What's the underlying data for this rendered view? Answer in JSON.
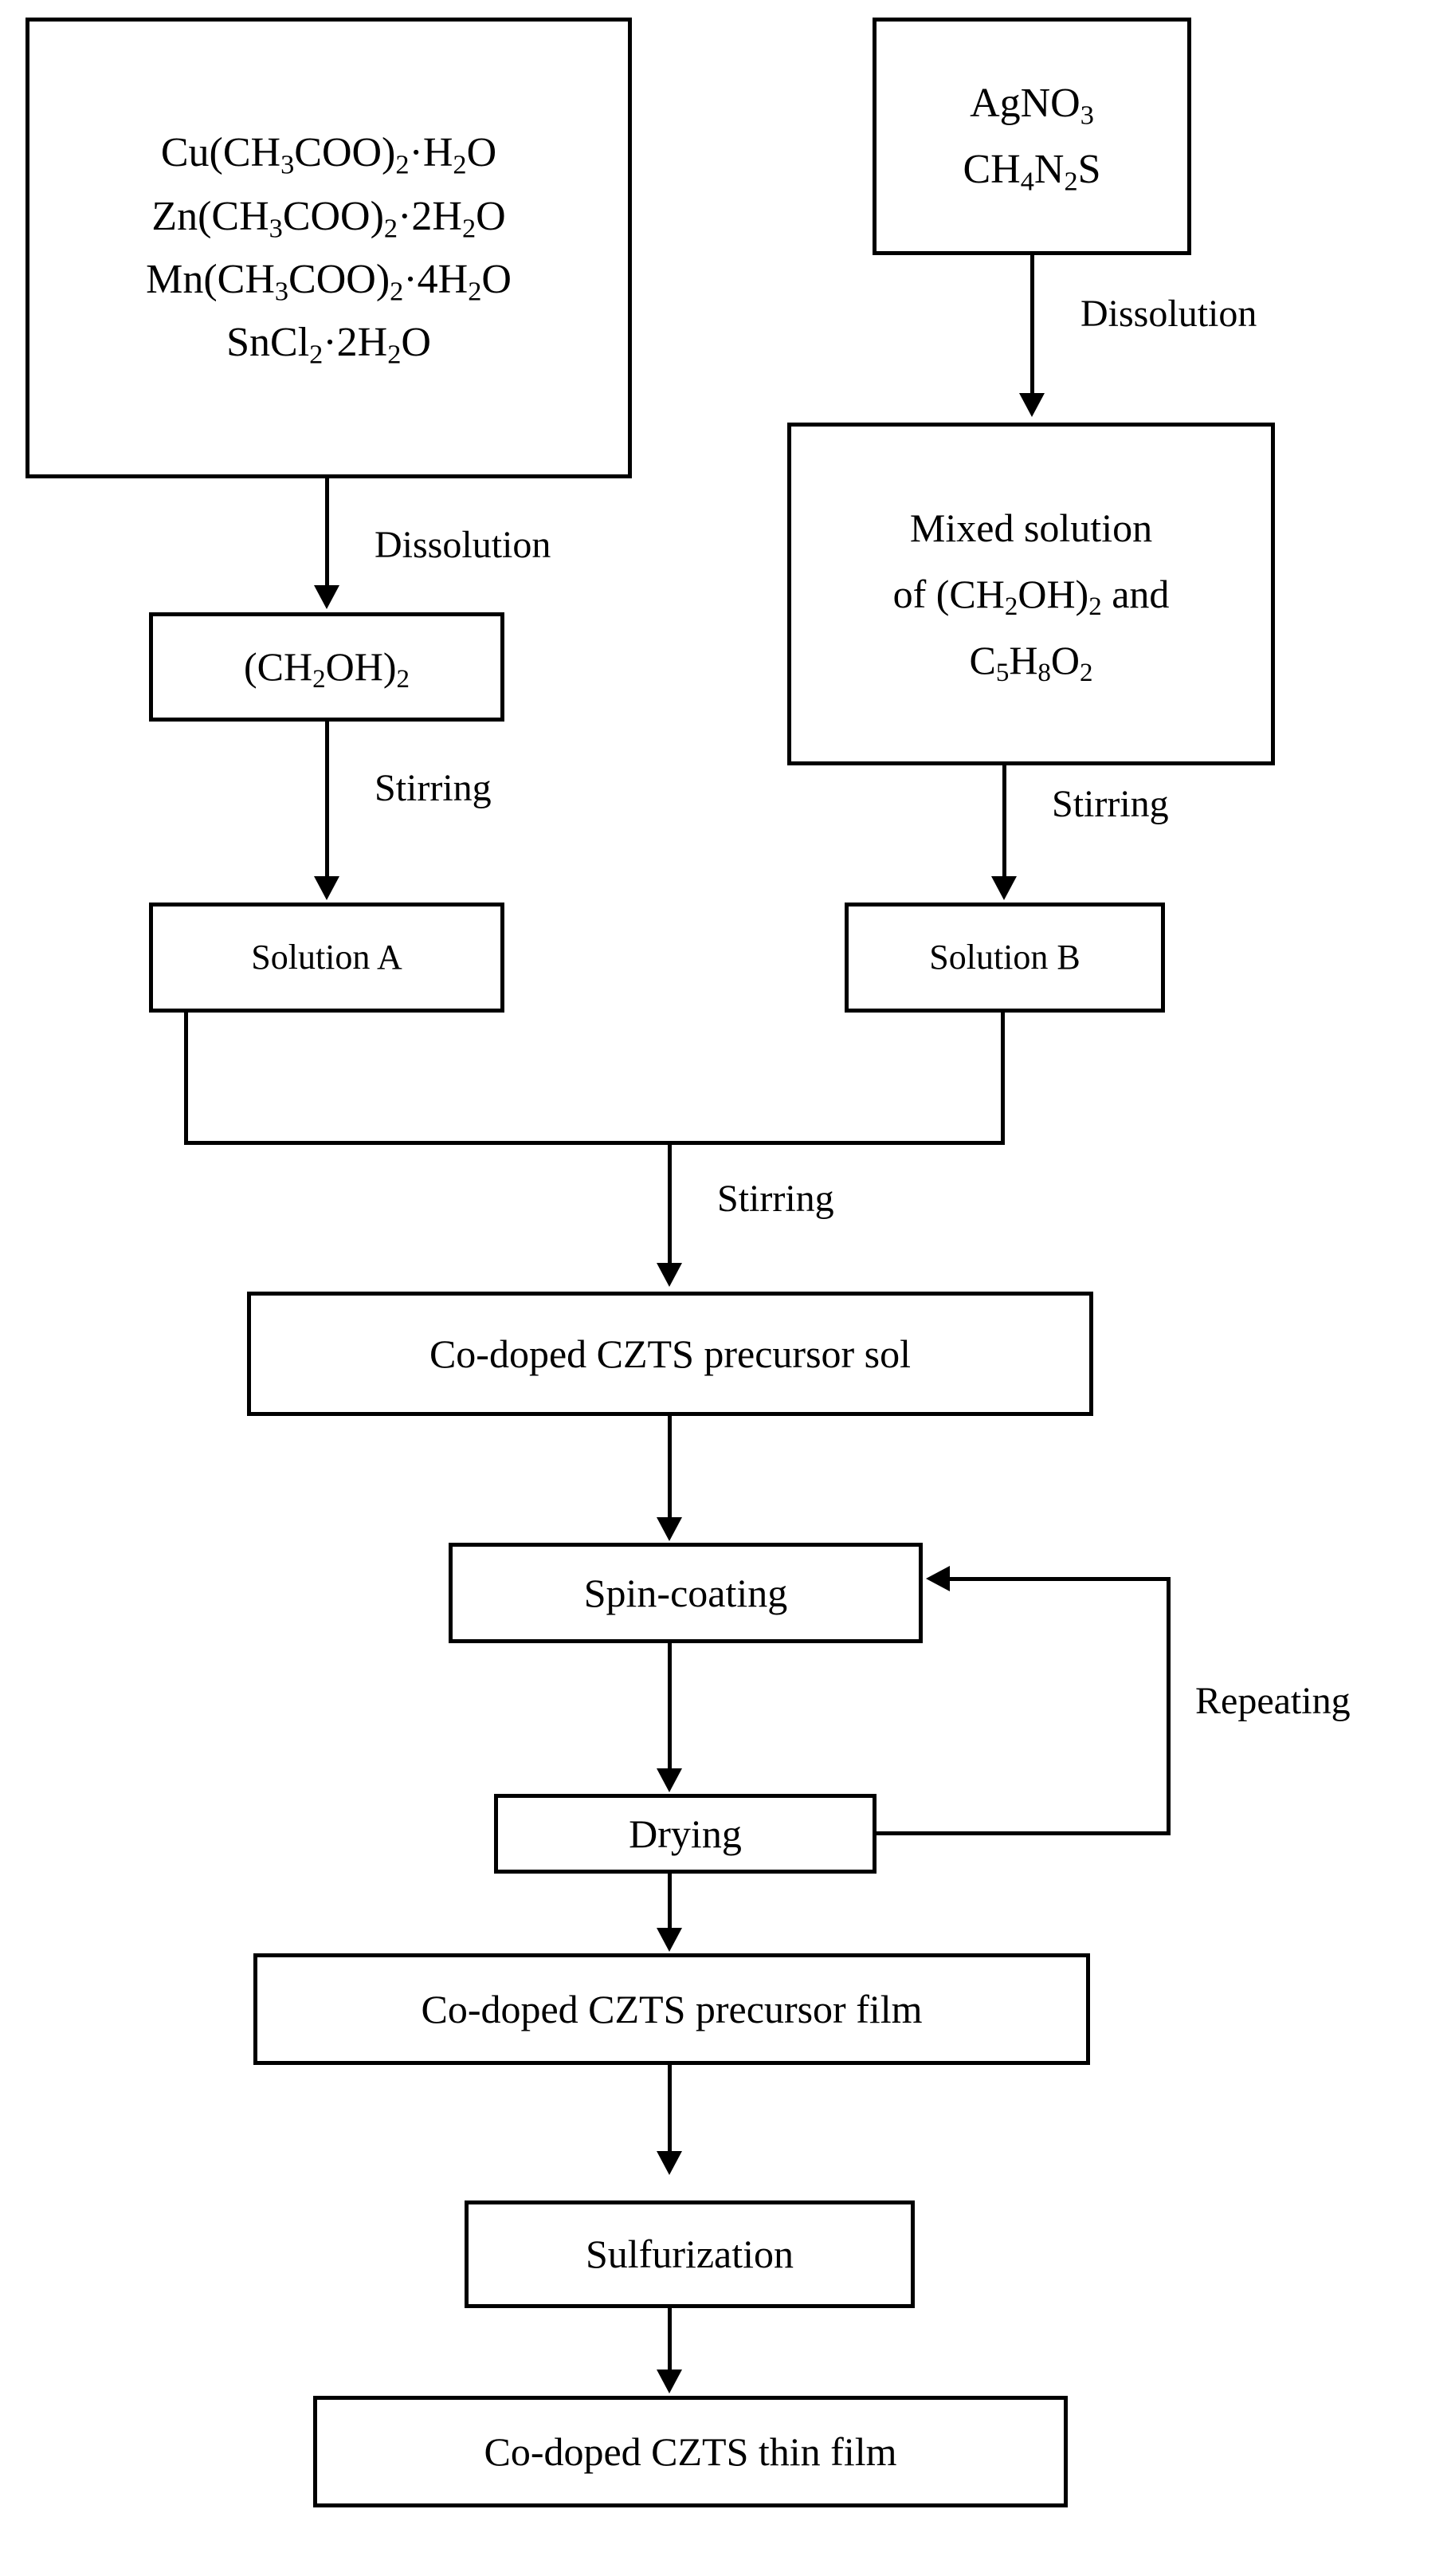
{
  "diagram": {
    "title": "Co-doped CZTS thin film preparation flowchart",
    "colors": {
      "stroke": "#000000",
      "background": "#ffffff",
      "text": "#000000"
    }
  },
  "nodes": {
    "metal_precursors": {
      "name": "metal-precursors-box",
      "lines": [
        {
          "parts": [
            {
              "t": "Cu(CH"
            },
            {
              "sub": "3"
            },
            {
              "t": "COO)"
            },
            {
              "sub": "2"
            },
            {
              "t": "·H"
            },
            {
              "sub": "2"
            },
            {
              "t": "O"
            }
          ],
          "plain": "Cu(CH3COO)2·H2O"
        },
        {
          "parts": [
            {
              "t": "Zn(CH"
            },
            {
              "sub": "3"
            },
            {
              "t": "COO)"
            },
            {
              "sub": "2"
            },
            {
              "t": "·2H"
            },
            {
              "sub": "2"
            },
            {
              "t": "O"
            }
          ],
          "plain": "Zn(CH3COO)2·2H2O"
        },
        {
          "parts": [
            {
              "t": "Mn(CH"
            },
            {
              "sub": "3"
            },
            {
              "t": "COO)"
            },
            {
              "sub": "2"
            },
            {
              "t": "·4H"
            },
            {
              "sub": "2"
            },
            {
              "t": "O"
            }
          ],
          "plain": "Mn(CH3COO)2·4H2O"
        },
        {
          "parts": [
            {
              "t": "SnCl"
            },
            {
              "sub": "2"
            },
            {
              "t": "·2H"
            },
            {
              "sub": "2"
            },
            {
              "t": "O"
            }
          ],
          "plain": "SnCl2·2H2O"
        }
      ]
    },
    "sulfur_precursors": {
      "name": "sulfur-precursors-box",
      "lines": [
        {
          "parts": [
            {
              "t": "AgNO"
            },
            {
              "sub": "3"
            }
          ],
          "plain": "AgNO3"
        },
        {
          "parts": [
            {
              "t": "CH"
            },
            {
              "sub": "4"
            },
            {
              "t": "N"
            },
            {
              "sub": "2"
            },
            {
              "t": "S"
            }
          ],
          "plain": "CH4N2S"
        }
      ]
    },
    "solvent_left": {
      "name": "ethylene-glycol-box",
      "lines": [
        {
          "parts": [
            {
              "t": "(CH"
            },
            {
              "sub": "2"
            },
            {
              "t": "OH)"
            },
            {
              "sub": "2"
            }
          ],
          "plain": "(CH2OH)2"
        }
      ]
    },
    "mixed_solution": {
      "name": "mixed-solvent-box",
      "lines": [
        {
          "parts": [
            {
              "t": "Mixed solution"
            }
          ],
          "plain": "Mixed solution"
        },
        {
          "parts": [
            {
              "t": "of (CH"
            },
            {
              "sub": "2"
            },
            {
              "t": "OH)"
            },
            {
              "sub": "2"
            },
            {
              "t": " and"
            }
          ],
          "plain": "of (CH2OH)2 and"
        },
        {
          "parts": [
            {
              "t": "C"
            },
            {
              "sub": "5"
            },
            {
              "t": "H"
            },
            {
              "sub": "8"
            },
            {
              "t": "O"
            },
            {
              "sub": "2"
            }
          ],
          "plain": "C5H8O2"
        }
      ]
    },
    "solution_a": {
      "name": "solution-a-box",
      "label": "Solution A"
    },
    "solution_b": {
      "name": "solution-b-box",
      "label": "Solution B"
    },
    "precursor_sol": {
      "name": "precursor-sol-box",
      "label": "Co-doped CZTS precursor sol"
    },
    "spin_coating": {
      "name": "spin-coating-box",
      "label": "Spin-coating"
    },
    "drying": {
      "name": "drying-box",
      "label": "Drying"
    },
    "precursor_film": {
      "name": "precursor-film-box",
      "label": "Co-doped CZTS precursor film"
    },
    "sulfurization": {
      "name": "sulfurization-box",
      "label": "Sulfurization"
    },
    "thin_film": {
      "name": "thin-film-box",
      "label": "Co-doped CZTS thin film"
    }
  },
  "edge_labels": {
    "dissolution_left": "Dissolution",
    "dissolution_right": "Dissolution",
    "stirring_left": "Stirring",
    "stirring_right": "Stirring",
    "stirring_merge": "Stirring",
    "repeating": "Repeating"
  }
}
